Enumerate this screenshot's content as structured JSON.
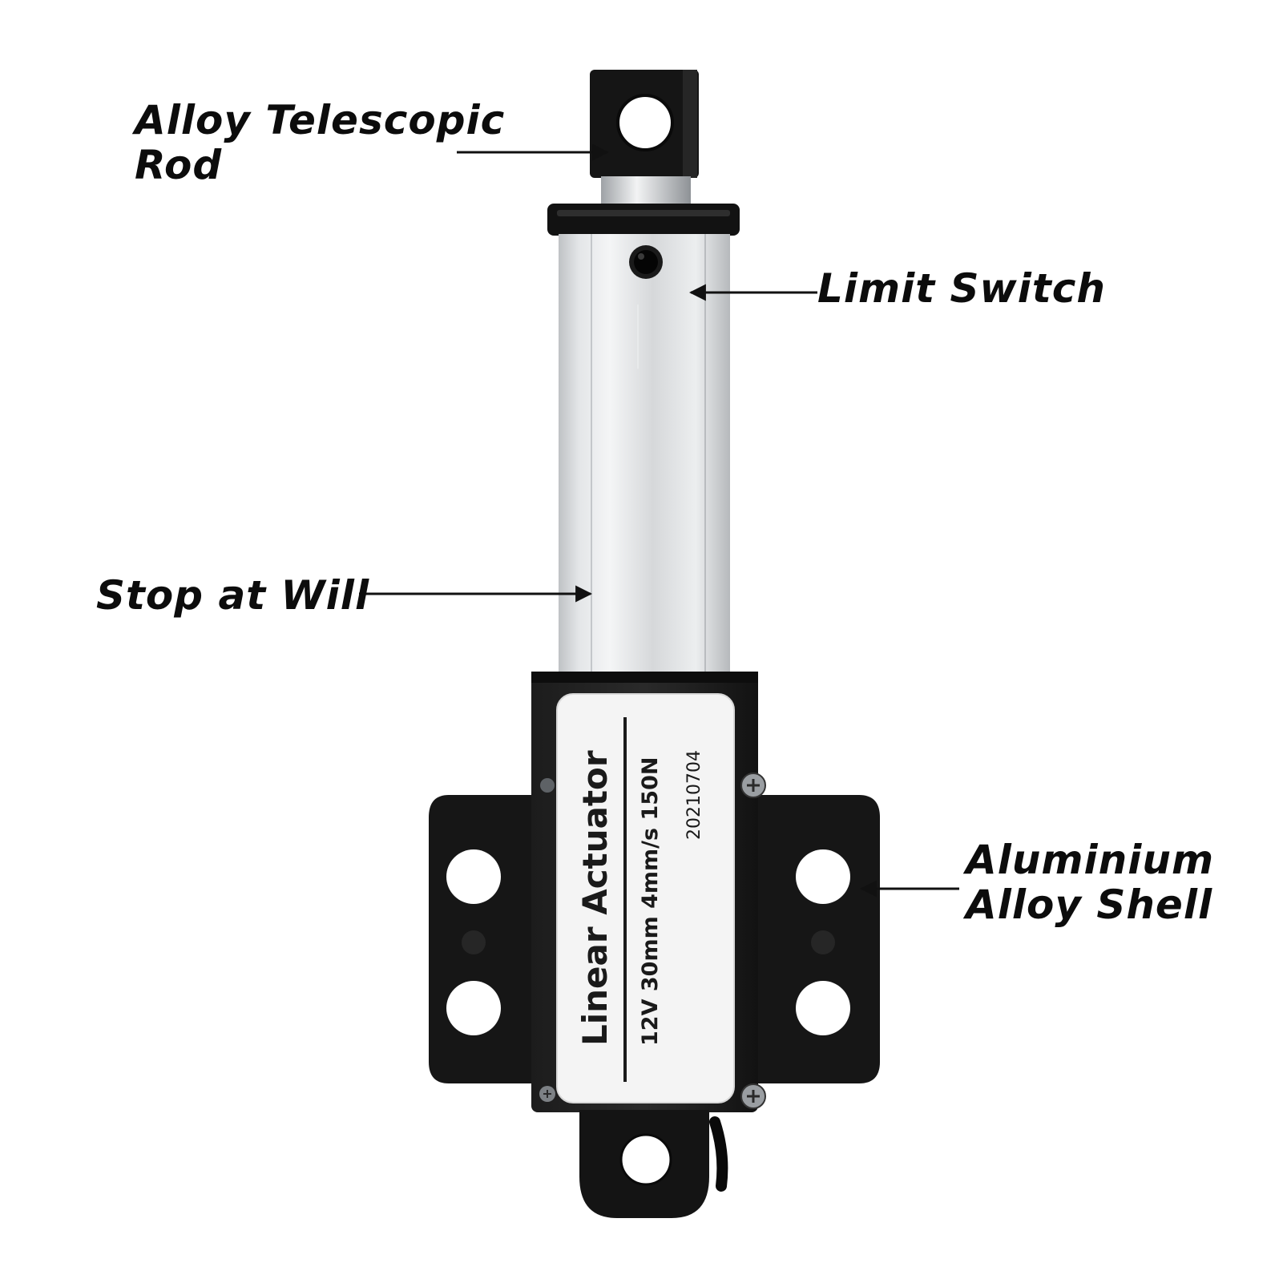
{
  "callouts": {
    "rod": {
      "line1": "Alloy Telescopic",
      "line2": "Rod"
    },
    "limit_switch": "Limit Switch",
    "stop": "Stop at Will",
    "shell": {
      "line1": "Aluminium",
      "line2": "Alloy Shell"
    }
  },
  "nameplate": {
    "title": "Linear Actuator",
    "spec": "12V 30mm 4mm/s 150N",
    "date_code": "20210704"
  },
  "colors": {
    "background": "#ffffff",
    "housing": "#141414",
    "tube": "#d9dbdd",
    "label": "#f4f4f4",
    "text": "#0c0c0c"
  }
}
